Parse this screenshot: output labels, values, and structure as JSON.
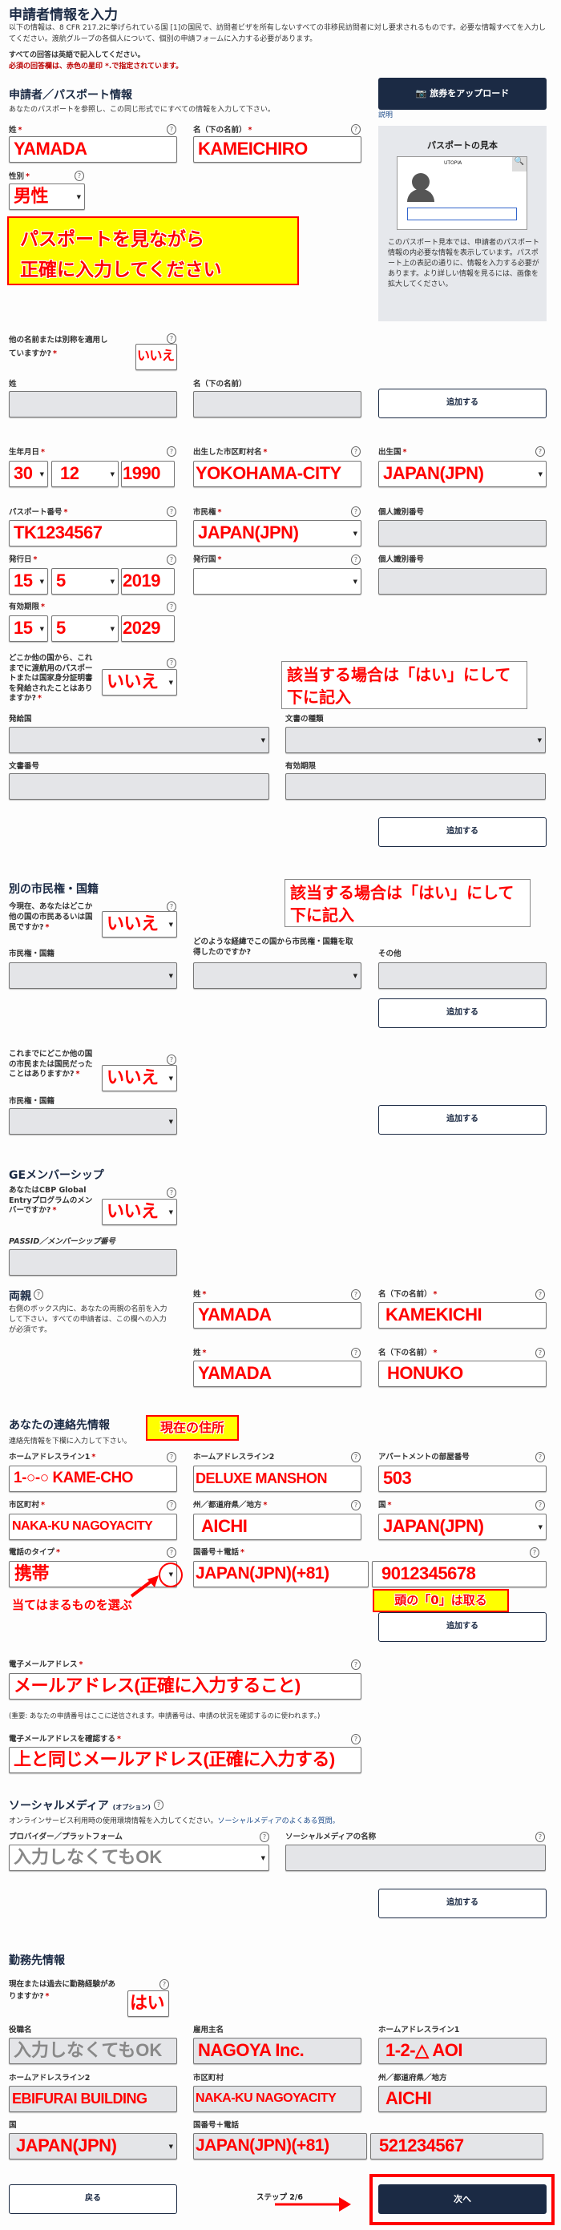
{
  "header": {
    "title": "申請者情報を入力",
    "intro": "以下の情報は、8 CFR 217.2に挙げられている国 [1]の国民で、訪問者ビザを所有しないすべての非移民訪問者に対し要求されるものです。必要な情報すべてを入力してください。渡航グループの各個人について、個別の申請フォームに入力する必要があります。",
    "english_note": "すべての回答は英語で記入してください。",
    "required_note": "必須の回答欄は、赤色の星印 *.で指定されています。"
  },
  "passport": {
    "heading": "申請者／パスポート情報",
    "sub": "あなたのパスポートを参照し、この同じ形式でにすべての情報を入力して下さい。",
    "upload_button": "旅券をアップロード",
    "explain_link": "説明",
    "sample_title": "パスポートの見本",
    "sample_text": "このパスポート見本では、申請者のパスポート情報の内必要な情報を表示しています。パスポート上の表記の通りに、情報を入力する必要があります。より詳しい情報を見るには、画像を拡大してください。",
    "sample_country": "UTOPIA",
    "surname_label": "姓",
    "surname": "YAMADA",
    "given_label": "名（下の名前）",
    "given": "KAMEICHIRO",
    "sex_label": "性別",
    "sex": "男性",
    "banner_line1": "パスポートを見ながら",
    "banner_line2": "正確に入力してください",
    "other_names_label": "他の名前または別称を適用していますか?",
    "other_names": "いいえ",
    "on_surname_label": "姓",
    "on_given_label": "名（下の名前）",
    "dob_label": "生年月日",
    "dob_day": "30",
    "dob_month": "12",
    "dob_year": "1990",
    "birth_city_label": "出生した市区町村名",
    "birth_city": "YOKOHAMA-CITY",
    "birth_country_label": "出生国",
    "birth_country": "JAPAN(JPN)",
    "passport_no_label": "パスポート番号",
    "passport_no": "TK1234567",
    "citizenship_label": "市民権",
    "citizenship": "JAPAN(JPN)",
    "pid_label": "個人識別番号",
    "issue_label": "発行日",
    "issue_day": "15",
    "issue_month": "5",
    "issue_year": "2019",
    "issue_country_label": "発行国",
    "pid2_label": "個人識別番号",
    "expiry_label": "有効期限",
    "exp_day": "15",
    "exp_month": "5",
    "exp_year": "2029",
    "other_passport_label": "どこか他の国から、これまでに渡航用のパスポートまたは国家身分証明書を発給されたことはありますか?",
    "other_passport": "いいえ",
    "annot1": "該当する場合は「はい」にして下に記入",
    "issuing_country_label": "発給国",
    "doc_type_label": "文書の種類",
    "doc_no_label": "文書番号",
    "doc_exp_label": "有効期限"
  },
  "add_label": "追加する",
  "citizenship2": {
    "heading": "別の市民権・国籍",
    "current_label": "今現在、あなたはどこか他の国の市民あるいは国民ですか?",
    "current": "いいえ",
    "annot": "該当する場合は「はい」にして下に記入",
    "cit_label": "市民権・国籍",
    "how_label": "どのような経緯でこの国から市民権・国籍を取得したのですか?",
    "other_label": "その他",
    "past_label": "これまでにどこか他の国の市民または国民だったことはありますか?",
    "past": "いいえ",
    "past_cit_label": "市民権・国籍"
  },
  "ge": {
    "heading": "GEメンバーシップ",
    "label": "あなたはCBP Global Entryプログラムのメンバーですか?",
    "value": "いいえ",
    "passid_label": "PASSID／メンバーシップ番号"
  },
  "parents": {
    "heading": "両親",
    "text": "右側のボックス内に、あなたの両親の名前を入力して下さい。すべての申請者は、この欄への入力が必須です。",
    "surname_label": "姓",
    "given_label": "名（下の名前）",
    "p1_surname": "YAMADA",
    "p1_given": "KAMEKICHI",
    "p2_surname": "YAMADA",
    "p2_given": "HONUKO"
  },
  "contact": {
    "heading": "あなたの連絡先情報",
    "tag": "現在の住所",
    "sub": "連絡先情報を下欄に入力して下さい。",
    "addr1_label": "ホームアドレスライン1",
    "addr1": "1-○-○ KAME-CHO",
    "addr2_label": "ホームアドレスライン2",
    "addr2": "DELUXE MANSHON",
    "apt_label": "アパートメントの部屋番号",
    "apt": "503",
    "city_label": "市区町村",
    "city": "NAKA-KU NAGOYACITY",
    "state_label": "州／都道府県／地方",
    "state": "AICHI",
    "country_label": "国",
    "country": "JAPAN(JPN)",
    "phone_type_label": "電話のタイプ",
    "phone_type": "携帯",
    "phone_label": "国番号＋電話",
    "phone_cc": "JAPAN(JPN)(+81)",
    "phone_no": "9012345678",
    "annot_select": "当てはまるものを選ぶ",
    "annot_zero": "頭の「0」は取る",
    "email_label": "電子メールアドレス",
    "email": "メールアドレス(正確に入力すること)",
    "email_note": "(重要: あなたの申請番号はここに送信されます。申請番号は、申請の状況を確認するのに使われます。)",
    "email2_label": "電子メールアドレスを確認する",
    "email2": "上と同じメールアドレス(正確に入力する)"
  },
  "social": {
    "heading": "ソーシャルメディア",
    "optional": "(オプション)",
    "text": "オンラインサービス利用時の使用環境情報を入力してください。",
    "faq_link": "ソーシャルメディアのよくある質問。",
    "provider_label": "プロバイダー／プラットフォーム",
    "provider": "入力しなくてもOK",
    "name_label": "ソーシャルメディアの名称"
  },
  "employment": {
    "heading": "勤務先情報",
    "q_label": "現在または過去に勤務経験がありますか?",
    "q": "はい",
    "title_label": "役職名",
    "title": "入力しなくてもOK",
    "employer_label": "雇用主名",
    "employer": "NAGOYA Inc.",
    "addr1_label": "ホームアドレスライン1",
    "addr1": "1-2-△ AOI",
    "addr2_label": "ホームアドレスライン2",
    "addr2": "EBIFURAI BUILDING",
    "city_label": "市区町村",
    "city": "NAKA-KU NAGOYACITY",
    "state_label": "州／都道府県／地方",
    "state": "AICHI",
    "country_label": "国",
    "country": "JAPAN(JPN)",
    "phone_label": "国番号＋電話",
    "phone_cc": "JAPAN(JPN)(+81)",
    "phone_no": "521234567"
  },
  "footer": {
    "back": "戻る",
    "step": "ステップ 2/6",
    "next": "次へ"
  },
  "colors": {
    "navy": "#1b2a44",
    "annotation_red": "#ff0000",
    "highlight_yellow": "#ffff00",
    "required": "#cc0000"
  }
}
